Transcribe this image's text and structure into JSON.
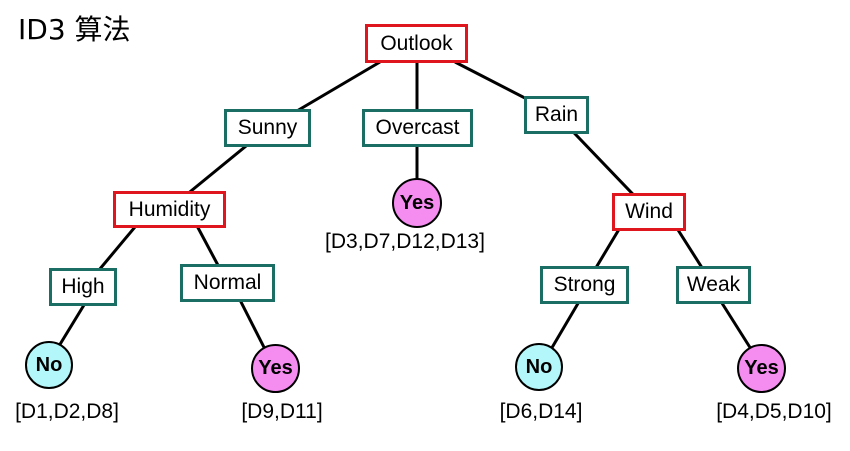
{
  "title": "ID3 算法",
  "nodes": {
    "outlook": "Outlook",
    "sunny": "Sunny",
    "overcast": "Overcast",
    "rain": "Rain",
    "humidity": "Humidity",
    "wind": "Wind",
    "high": "High",
    "normal": "Normal",
    "strong": "Strong",
    "weak": "Weak"
  },
  "leaves": {
    "high_no": "No",
    "normal_yes": "Yes",
    "overcast_yes": "Yes",
    "strong_no": "No",
    "weak_yes": "Yes"
  },
  "docs": {
    "high": "[D1,D2,D8]",
    "normal": "[D9,D11]",
    "overcast": "[D3,D7,D12,D13]",
    "strong": "[D6,D14]",
    "weak": "[D4,D5,D10]"
  },
  "colors": {
    "attribute_border": "#e0161f",
    "value_border": "#1a6e63",
    "yes_fill": "#f58cf0",
    "no_fill": "#b4f7fa"
  }
}
